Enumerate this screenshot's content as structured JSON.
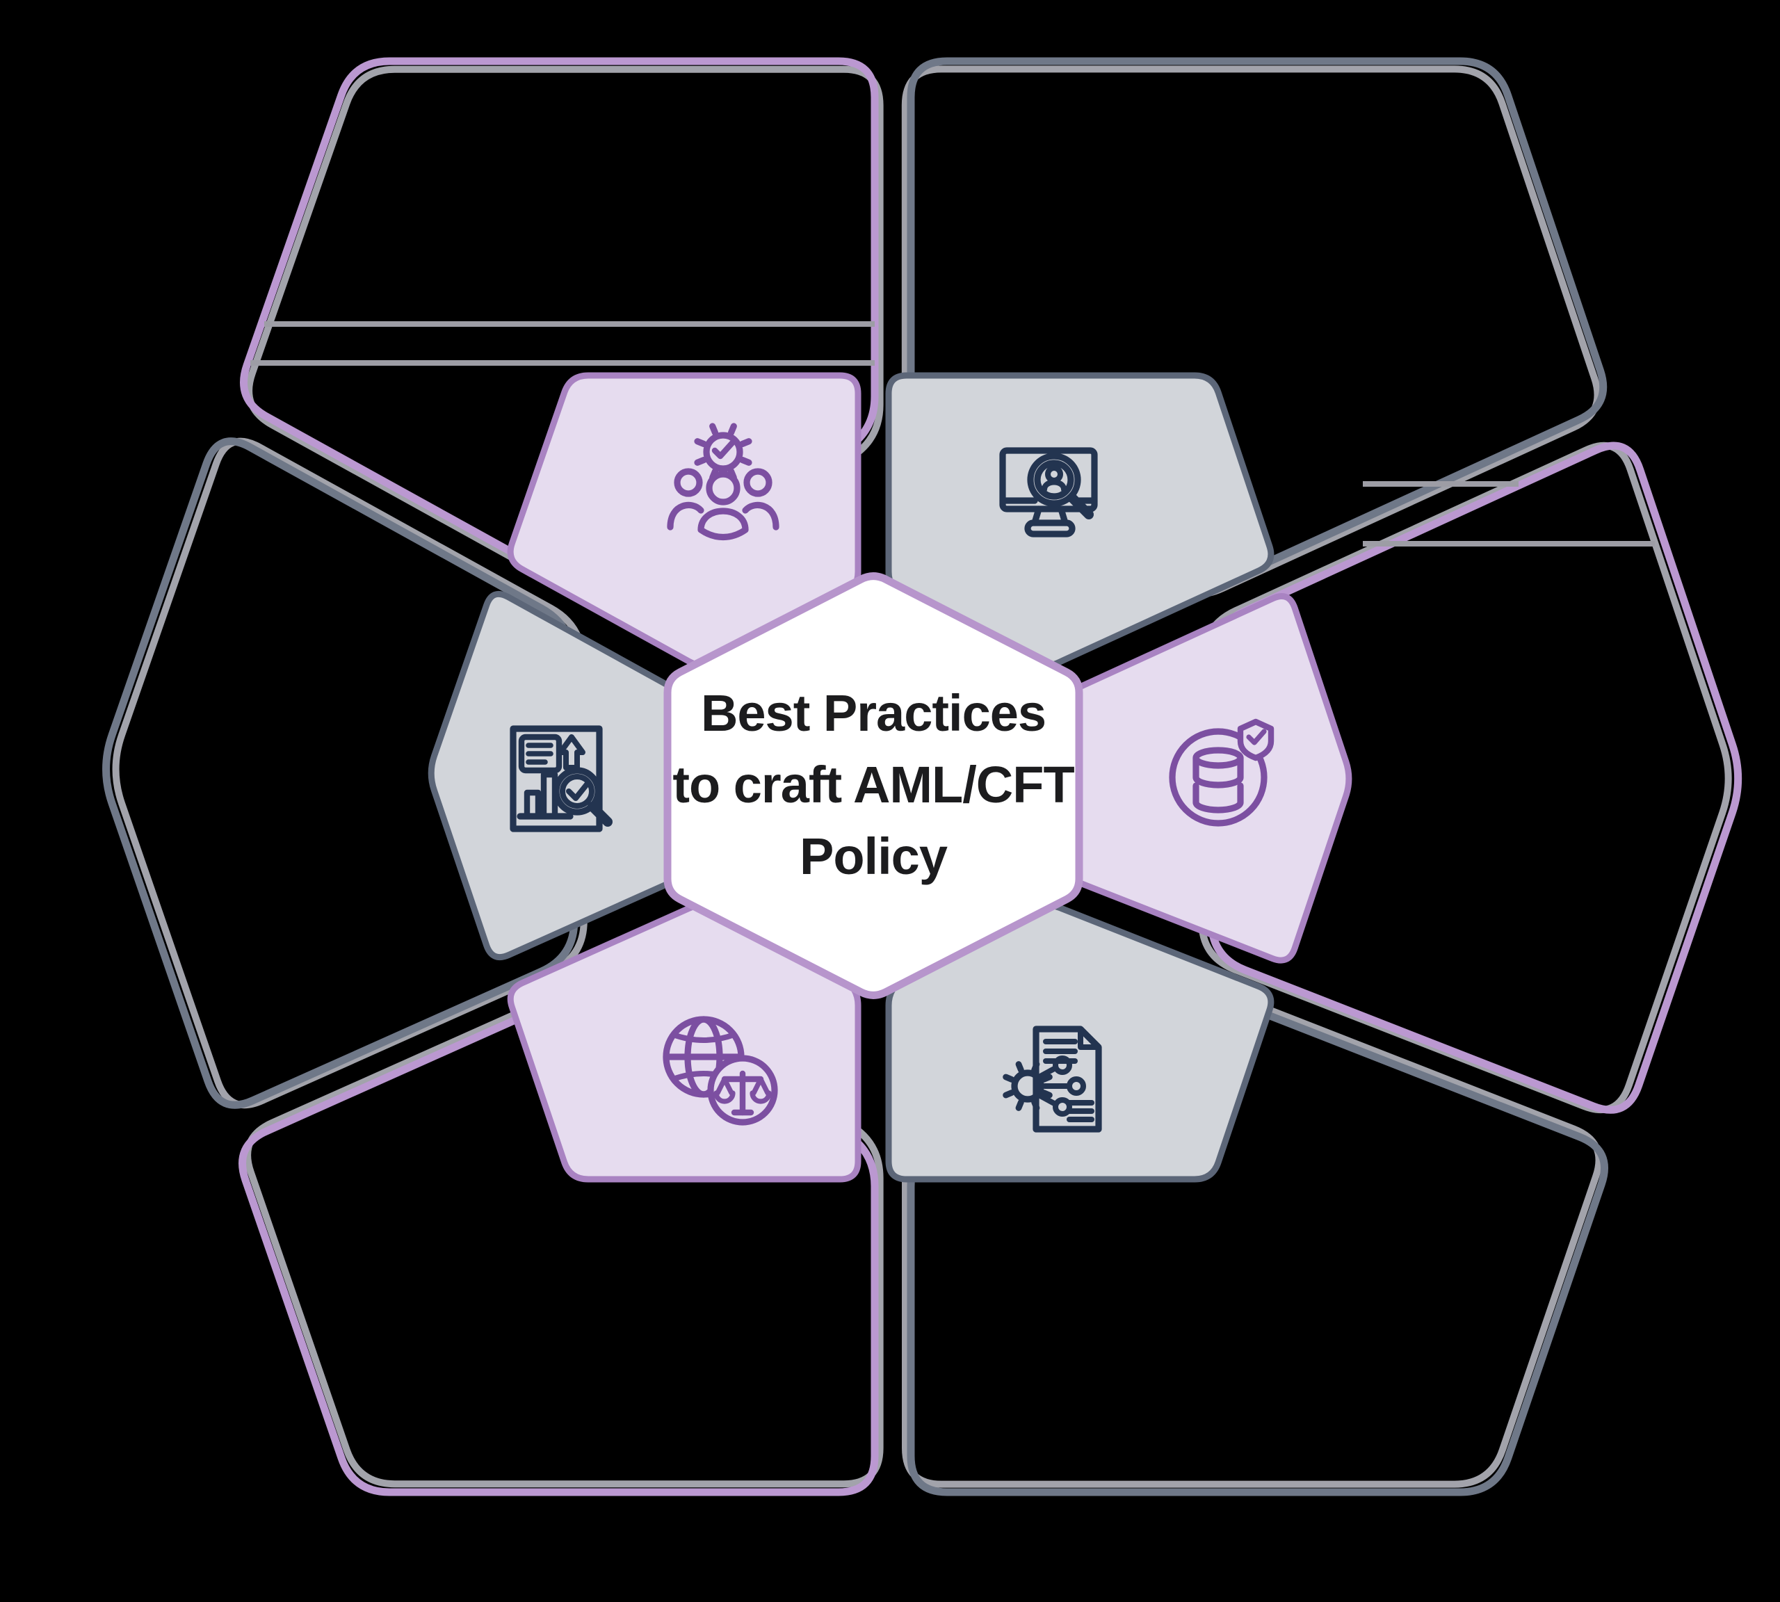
{
  "title": {
    "line1": "Best Practices",
    "line2": "to craft AML/CFT",
    "line3": "Policy"
  },
  "diagram": {
    "type": "hexagon-flower-infographic",
    "center_shape": "hexagon",
    "petals": [
      {
        "position": "top-left",
        "tone": "lavender",
        "icon": "team-gear-check-icon"
      },
      {
        "position": "top-right",
        "tone": "gray",
        "icon": "monitor-user-search-icon"
      },
      {
        "position": "right",
        "tone": "lavender",
        "icon": "database-shield-check-icon"
      },
      {
        "position": "bottom-right",
        "tone": "gray",
        "icon": "document-gear-icon"
      },
      {
        "position": "bottom-left",
        "tone": "lavender",
        "icon": "globe-legal-scales-icon"
      },
      {
        "position": "left",
        "tone": "gray",
        "icon": "report-analysis-icon"
      }
    ]
  },
  "colors": {
    "background": "#000000",
    "lavender_fill": "#e6dcef",
    "lavender_border": "#a983c2",
    "outer_purple": "#bb98d1",
    "gray_fill": "#d2d5da",
    "slate_border": "#5c6678",
    "outer_slate": "#6f7888",
    "shadow": "#a2a3ab",
    "divider": "#9d9da5",
    "icon_purple": "#7c4fa1",
    "icon_navy": "#233450",
    "hex_fill": "#ffffff",
    "hex_border": "#b795cc",
    "title_color": "#1c1c1e"
  }
}
